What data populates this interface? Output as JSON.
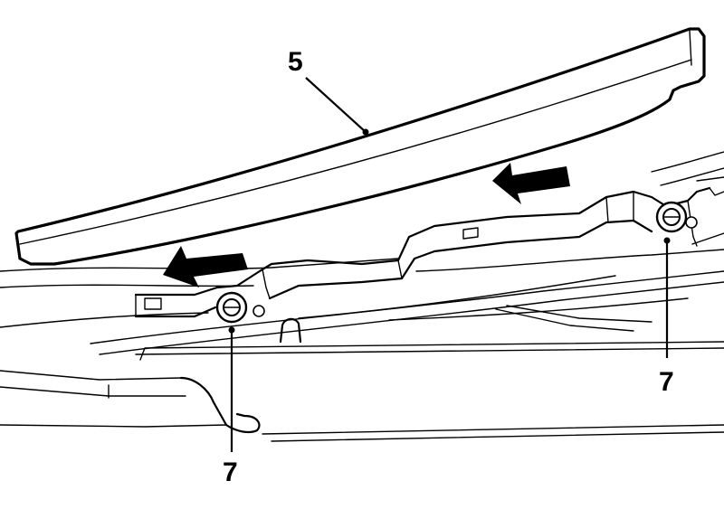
{
  "callouts": [
    {
      "id": "callout-5",
      "label": "5"
    },
    {
      "id": "callout-7-left",
      "label": "7"
    },
    {
      "id": "callout-7-right",
      "label": "7"
    }
  ],
  "colors": {
    "ink": "#000000",
    "paper": "#ffffff"
  },
  "icons": [
    "arrow-up-icon",
    "bolt-icon"
  ]
}
